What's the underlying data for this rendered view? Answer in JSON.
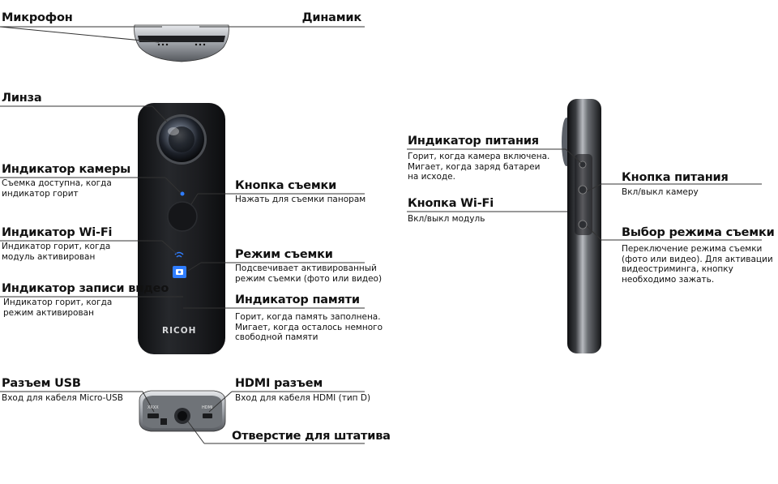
{
  "labels": {
    "microphone": {
      "title": "Микрофон"
    },
    "speaker": {
      "title": "Динамик"
    },
    "lens": {
      "title": "Линза"
    },
    "camera_indicator": {
      "title": "Индикатор камеры",
      "desc": "Съемка доступна, когда\nиндикатор горит"
    },
    "wifi_indicator": {
      "title": "Индикатор Wi-Fi",
      "desc": "Индикатор горит, когда\nмодуль активирован"
    },
    "video_indicator": {
      "title": "Индикатор записи видео",
      "desc": "Индикатор горит, когда\nрежим активирован"
    },
    "shutter_button": {
      "title": "Кнопка съемки",
      "desc": "Нажать для съемки панорам"
    },
    "shooting_mode": {
      "title": "Режим съемки",
      "desc": "Подсвечивает активированный\nрежим съемки (фото или видео)"
    },
    "memory_indicator": {
      "title": "Индикатор памяти",
      "desc": "Горит, когда память заполнена.\nМигает, когда осталось немного\nсвободной памяти"
    },
    "usb_port": {
      "title": "Разъем USB",
      "desc": "Вход для кабеля Micro-USB"
    },
    "hdmi_port": {
      "title": "HDMI разъем",
      "desc": "Вход для кабеля HDMI (тип D)"
    },
    "tripod_hole": {
      "title": "Отверстие для штатива"
    },
    "power_indicator": {
      "title": "Индикатор питания",
      "desc": "Горит, когда камера включена.\nМигает, когда заряд батареи\nна исходе."
    },
    "wifi_button": {
      "title": "Кнопка Wi-Fi",
      "desc": "Вкл/выкл модуль"
    },
    "power_button": {
      "title": "Кнопка питания",
      "desc": "Вкл/выкл камеру"
    },
    "mode_select": {
      "title": "Выбор режима съемки",
      "desc": "Переключение режима съемки\n(фото или видео). Для активации\nвидеостриминга, кнопку\nнеобходимо зажать."
    }
  },
  "device": {
    "brand": "RICOH",
    "bottom_left_mark": "XXXX",
    "bottom_right_mark": "HDMI"
  },
  "colors": {
    "body": "#1e1f22",
    "indicator_blue": "#2f7dff",
    "silver": "#c9ccd1"
  }
}
